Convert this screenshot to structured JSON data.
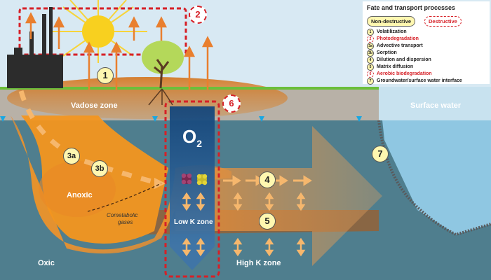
{
  "legend": {
    "title": "Fate and transport processes",
    "non_destructive": "Non-destructive",
    "destructive": "Destructive",
    "items": [
      {
        "num": "1",
        "label": "Volatilization",
        "destructive": false
      },
      {
        "num": "2",
        "label": "Photodegradation",
        "destructive": true
      },
      {
        "num": "3a",
        "label": "Advective transport",
        "destructive": false
      },
      {
        "num": "3b",
        "label": "Sorption",
        "destructive": false
      },
      {
        "num": "4",
        "label": "Dilution and dispersion",
        "destructive": false
      },
      {
        "num": "5",
        "label": "Matrix diffusion",
        "destructive": false
      },
      {
        "num": "6",
        "label": "Aerobic biodegradation",
        "destructive": true
      },
      {
        "num": "7",
        "label": "Groundwater/surface water interface",
        "destructive": false
      }
    ]
  },
  "labels": {
    "vadose_zone": "Vadose zone",
    "surface_water": "Surface water",
    "anoxic": "Anoxic",
    "cometabolic": "Cometabolic",
    "gases": "gases",
    "low_k": "Low K zone",
    "oxic": "Oxic",
    "high_k": "High K zone",
    "o2": "O",
    "o2_sub": "2"
  },
  "markers": {
    "m1": "1",
    "m2": "2",
    "m3a": "3a",
    "m3b": "3b",
    "m4": "4",
    "m5": "5",
    "m6": "6",
    "m7": "7"
  },
  "colors": {
    "plume": "#f0922b",
    "sky": "#d8e9f3",
    "ground": "#b7b0a5",
    "aquifer": "#4d7c8d",
    "water": "#8cc6e3",
    "destructive": "#d62027",
    "marker_fill": "#fff7b0",
    "oxygen_column": "#1f4e79"
  }
}
